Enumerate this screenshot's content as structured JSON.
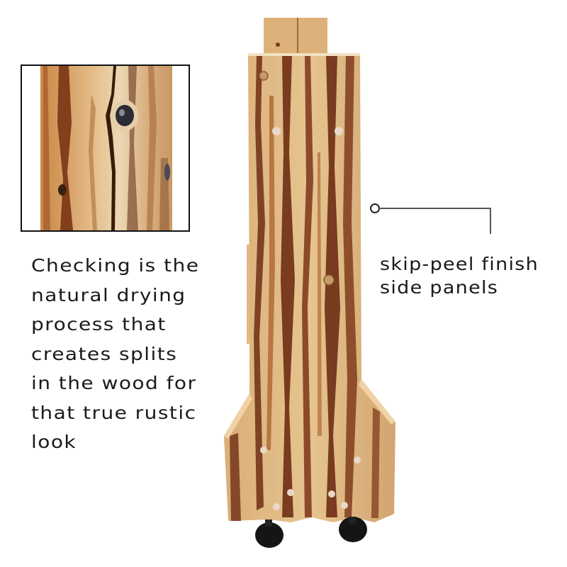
{
  "inset_photo": {
    "subject": "close-up of wood checking split with knots"
  },
  "caption_left": {
    "lines": [
      "Checking is the",
      "natural drying",
      "process that",
      "creates splits",
      "in the wood for",
      "that true rustic",
      "look"
    ]
  },
  "caption_right": {
    "lines": [
      "skip-peel finish",
      "side panels"
    ]
  },
  "product": {
    "subject": "rustic log rolling cabinet with black casters"
  },
  "colors": {
    "wood_light": "#e3c08c",
    "wood_mid": "#c48a4e",
    "wood_dark": "#6e2e14",
    "text": "#1a1a1a",
    "callout_line": "#555555"
  }
}
